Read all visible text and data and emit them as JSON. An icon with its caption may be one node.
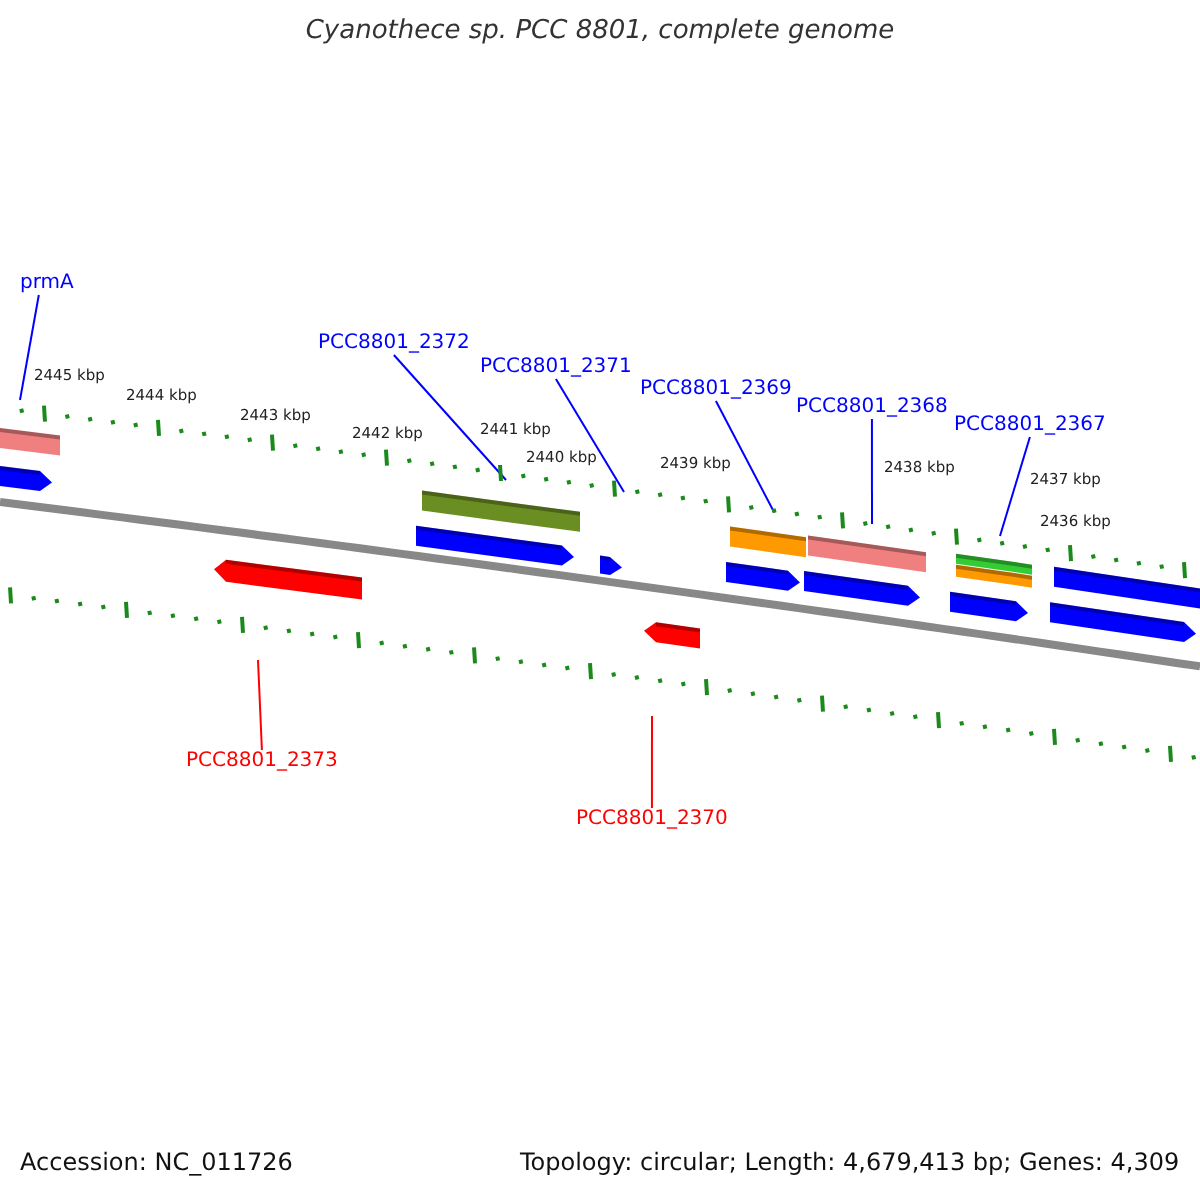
{
  "diagram": {
    "title": "Cyanothece sp. PCC 8801, complete genome",
    "nodes": [
      {
        "text": [
          "prmA"
        ]
      },
      {
        "text": [
          "PCC8801_2372"
        ]
      },
      {
        "text": [
          "PCC8801_2371"
        ]
      },
      {
        "text": [
          "PCC8801_2369"
        ]
      },
      {
        "text": [
          "PCC8801_2368"
        ]
      },
      {
        "text": [
          "PCC8801_2367"
        ]
      },
      {
        "text": [
          "PCC8801_2373"
        ]
      },
      {
        "text": [
          "PCC8801_2370"
        ]
      }
    ],
    "edges": [
      {
        "from": 0,
        "to": null,
        "arrow": "none"
      },
      {
        "from": 1,
        "to": null,
        "arrow": "none"
      },
      {
        "from": 2,
        "to": null,
        "arrow": "none"
      },
      {
        "from": 3,
        "to": null,
        "arrow": "none"
      },
      {
        "from": 4,
        "to": null,
        "arrow": "none"
      },
      {
        "from": 5,
        "to": null,
        "arrow": "none"
      },
      {
        "from": 6,
        "to": null,
        "arrow": "none",
        "color": "#ff0000"
      },
      {
        "from": 7,
        "to": null,
        "arrow": "none",
        "color": "#ff0000"
      }
    ],
    "labels": [
      "2445 kbp",
      "2444 kbp",
      "2443 kbp",
      "2442 kbp",
      "2441 kbp",
      "2440 kbp",
      "2439 kbp",
      "2438 kbp",
      "2437 kbp",
      "2436 kbp",
      "Accession: NC_011726",
      "Topology: circular; Length: 4,679,413 bp; Genes: 4,309"
    ]
  }
}
